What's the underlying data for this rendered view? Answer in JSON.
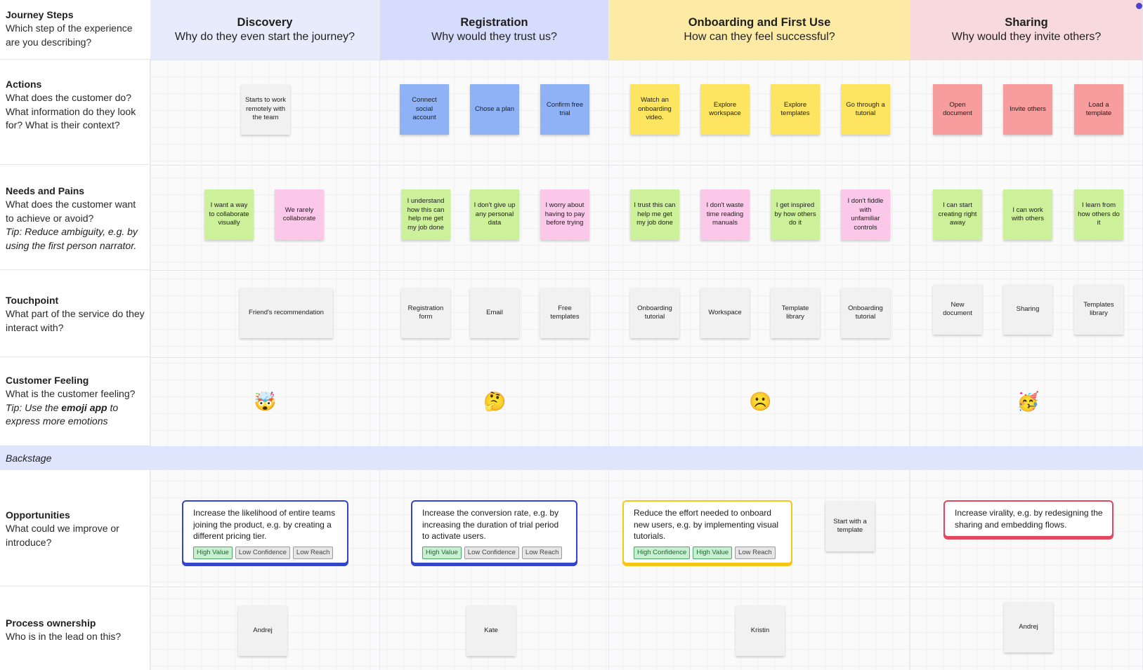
{
  "rows": {
    "journey": {
      "title": "Journey Steps",
      "desc": "Which step of the experience are you describing?"
    },
    "actions": {
      "title": "Actions",
      "desc": "What does the customer do? What information do they look for? What is their context?"
    },
    "needs": {
      "title": "Needs and Pains",
      "desc": "What does the customer want to achieve or avoid?",
      "tip": "Tip: Reduce ambiguity, e.g. by using the first person narrator."
    },
    "touchpoint": {
      "title": "Touchpoint",
      "desc": "What part of the service do they interact with?"
    },
    "feeling": {
      "title": "Customer Feeling",
      "desc": "What is the customer feeling?",
      "tip_pre": "Tip: Use the ",
      "tip_bold": "emoji app",
      "tip_post": " to express more emotions"
    },
    "backstage": {
      "title": "Backstage"
    },
    "opportunities": {
      "title": "Opportunities",
      "desc": "What could we improve or introduce?"
    },
    "ownership": {
      "title": "Process ownership",
      "desc": "Who is in the lead on this?"
    }
  },
  "stages": [
    {
      "title": "Discovery",
      "question": "Why do they even start the journey?"
    },
    {
      "title": "Registration",
      "question": "Why would they trust us?"
    },
    {
      "title": "Onboarding and First Use",
      "question": "How can they feel successful?"
    },
    {
      "title": "Sharing",
      "question": "Why would they invite others?"
    }
  ],
  "actions": [
    "Starts to work remotely with the team",
    "Connect social account",
    "Chose a plan",
    "Confirm free trial",
    "Watch an onboarding video.",
    "Explore workspace",
    "Explore templates",
    "Go through a tutorial",
    "Open document",
    "Invite others",
    "Load a template"
  ],
  "needs": [
    "I want a way to collaborate visually",
    "We rarely collaborate",
    "I understand how this can help me get my job done",
    "I don't give up any personal data",
    "I worry about having to pay before trying",
    "I trust this can help me get my job done",
    "I don't waste time reading manuals",
    "I get inspired by how others do it",
    "I don't fiddle with unfamiliar controls",
    "I can start creating right away",
    "I can work with others",
    "I learn from how others do it"
  ],
  "touchpoints": [
    "Friend's recommendation",
    "Registration form",
    "Email",
    "Free templates",
    "Onboarding tutorial",
    "Workspace",
    "Template library",
    "Onboarding tutorial",
    "New document",
    "Sharing",
    "Templates library"
  ],
  "feelings": [
    {
      "icon": "mind-blown-emoji",
      "glyph": "🤯"
    },
    {
      "icon": "thinking-emoji",
      "glyph": "🤔"
    },
    {
      "icon": "frowning-emoji",
      "glyph": "☹️"
    },
    {
      "icon": "party-emoji",
      "glyph": "🥳"
    }
  ],
  "opportunities": [
    {
      "text": "Increase the likelihood of entire teams joining the product, e.g. by creating a different pricing tier.",
      "tags": [
        "High Value",
        "Low Confidence",
        "Low Reach"
      ]
    },
    {
      "text": "Increase the conversion rate, e.g. by increasing the duration of trial period to activate users.",
      "tags": [
        "High Value",
        "Low Confidence",
        "Low Reach"
      ]
    },
    {
      "text": "Reduce the effort needed to onboard new users, e.g. by implementing visual tutorials.",
      "tags": [
        "High Confidence",
        "High Value",
        "Low Reach"
      ]
    },
    {
      "text": "Increase virality, e.g. by redesigning the sharing and embedding flows.",
      "tags": []
    }
  ],
  "extra_note": "Start with a template",
  "owners": [
    "Andrej",
    "Kate",
    "Kristin",
    "Andrej"
  ],
  "colors": {
    "discovery": "#e7ebfb",
    "registration": "#d6dcfb",
    "onboarding": "#fdeba5",
    "sharing": "#f8d9de"
  }
}
